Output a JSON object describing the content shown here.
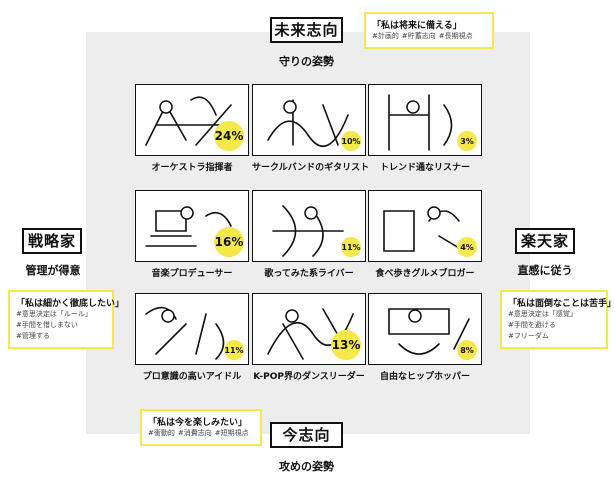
{
  "axes": {
    "top": {
      "label": "未来志向",
      "sub": "守りの姿勢",
      "callout": {
        "quote": "「私は将来に備える」",
        "tags": [
          "#計画的",
          "#貯蓄志向",
          "#長期視点"
        ]
      }
    },
    "bottom": {
      "label": "今志向",
      "sub": "攻めの姿勢",
      "callout": {
        "quote": "「私は今を楽しみたい」",
        "tags": [
          "#衝動的",
          "#消費志向",
          "#短期視点"
        ]
      }
    },
    "left": {
      "label": "戦略家",
      "sub": "管理が得意",
      "callout": {
        "quote": "「私は細かく徹底したい」",
        "tags": [
          "#意思決定は「ルール」",
          "#手間を惜しまない",
          "#管理する"
        ]
      }
    },
    "right": {
      "label": "楽天家",
      "sub": "直感に従う",
      "callout": {
        "quote": "「私は面倒なことは苦手」",
        "tags": [
          "#意思決定は「感覚」",
          "#手間を避ける",
          "#フリーダム"
        ]
      }
    }
  },
  "types": [
    {
      "label": "オーケストラ指揮者",
      "pct": 24,
      "pct_text": "24%",
      "big": true
    },
    {
      "label": "サークルバンドのギタリスト",
      "pct": 10,
      "pct_text": "10%",
      "big": false
    },
    {
      "label": "トレンド通なリスナー",
      "pct": 3,
      "pct_text": "3%",
      "big": false
    },
    {
      "label": "音楽プロデューサー",
      "pct": 16,
      "pct_text": "16%",
      "big": true
    },
    {
      "label": "歌ってみた系ライバー",
      "pct": 11,
      "pct_text": "11%",
      "big": false
    },
    {
      "label": "食べ歩きグルメブロガー",
      "pct": 4,
      "pct_text": "4%",
      "big": false
    },
    {
      "label": "プロ意識の高いアイドル",
      "pct": 11,
      "pct_text": "11%",
      "big": false
    },
    {
      "label": "K-POP界のダンスリーダー",
      "pct": 13,
      "pct_text": "13%",
      "big": true
    },
    {
      "label": "自由なヒップホッパー",
      "pct": 8,
      "pct_text": "8%",
      "big": false
    }
  ],
  "colors": {
    "accent": "#f5e84a",
    "background": "#ededed",
    "line": "#111111"
  }
}
